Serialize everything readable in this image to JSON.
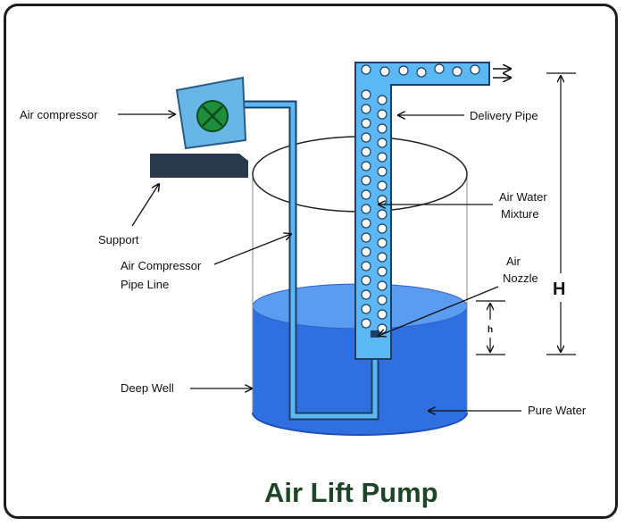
{
  "title": "Air Lift Pump",
  "colors": {
    "water": "#2f6fe0",
    "water_dark": "#1e4fb6",
    "pipe": "#5bb8f2",
    "compressor": "#67b6e6",
    "fan": "#1d8f3a",
    "support": "#2b3a4a",
    "title": "#1f4528"
  },
  "labels": {
    "air_compressor": "Air compressor",
    "support": "Support",
    "compressor_pipe_line_1": "Air Compressor",
    "compressor_pipe_line_2": "Pipe Line",
    "deep_well": "Deep Well",
    "delivery_pipe": "Delivery Pipe",
    "air_water_mixture_1": "Air Water",
    "air_water_mixture_2": "Mixture",
    "air_nozzle_1": "Air",
    "air_nozzle_2": "Nozzle",
    "pure_water": "Pure Water",
    "height_H": "H",
    "height_h": "h"
  },
  "icons": {
    "compressor": "fan-icon",
    "bubbles": "air-bubble-icon"
  }
}
